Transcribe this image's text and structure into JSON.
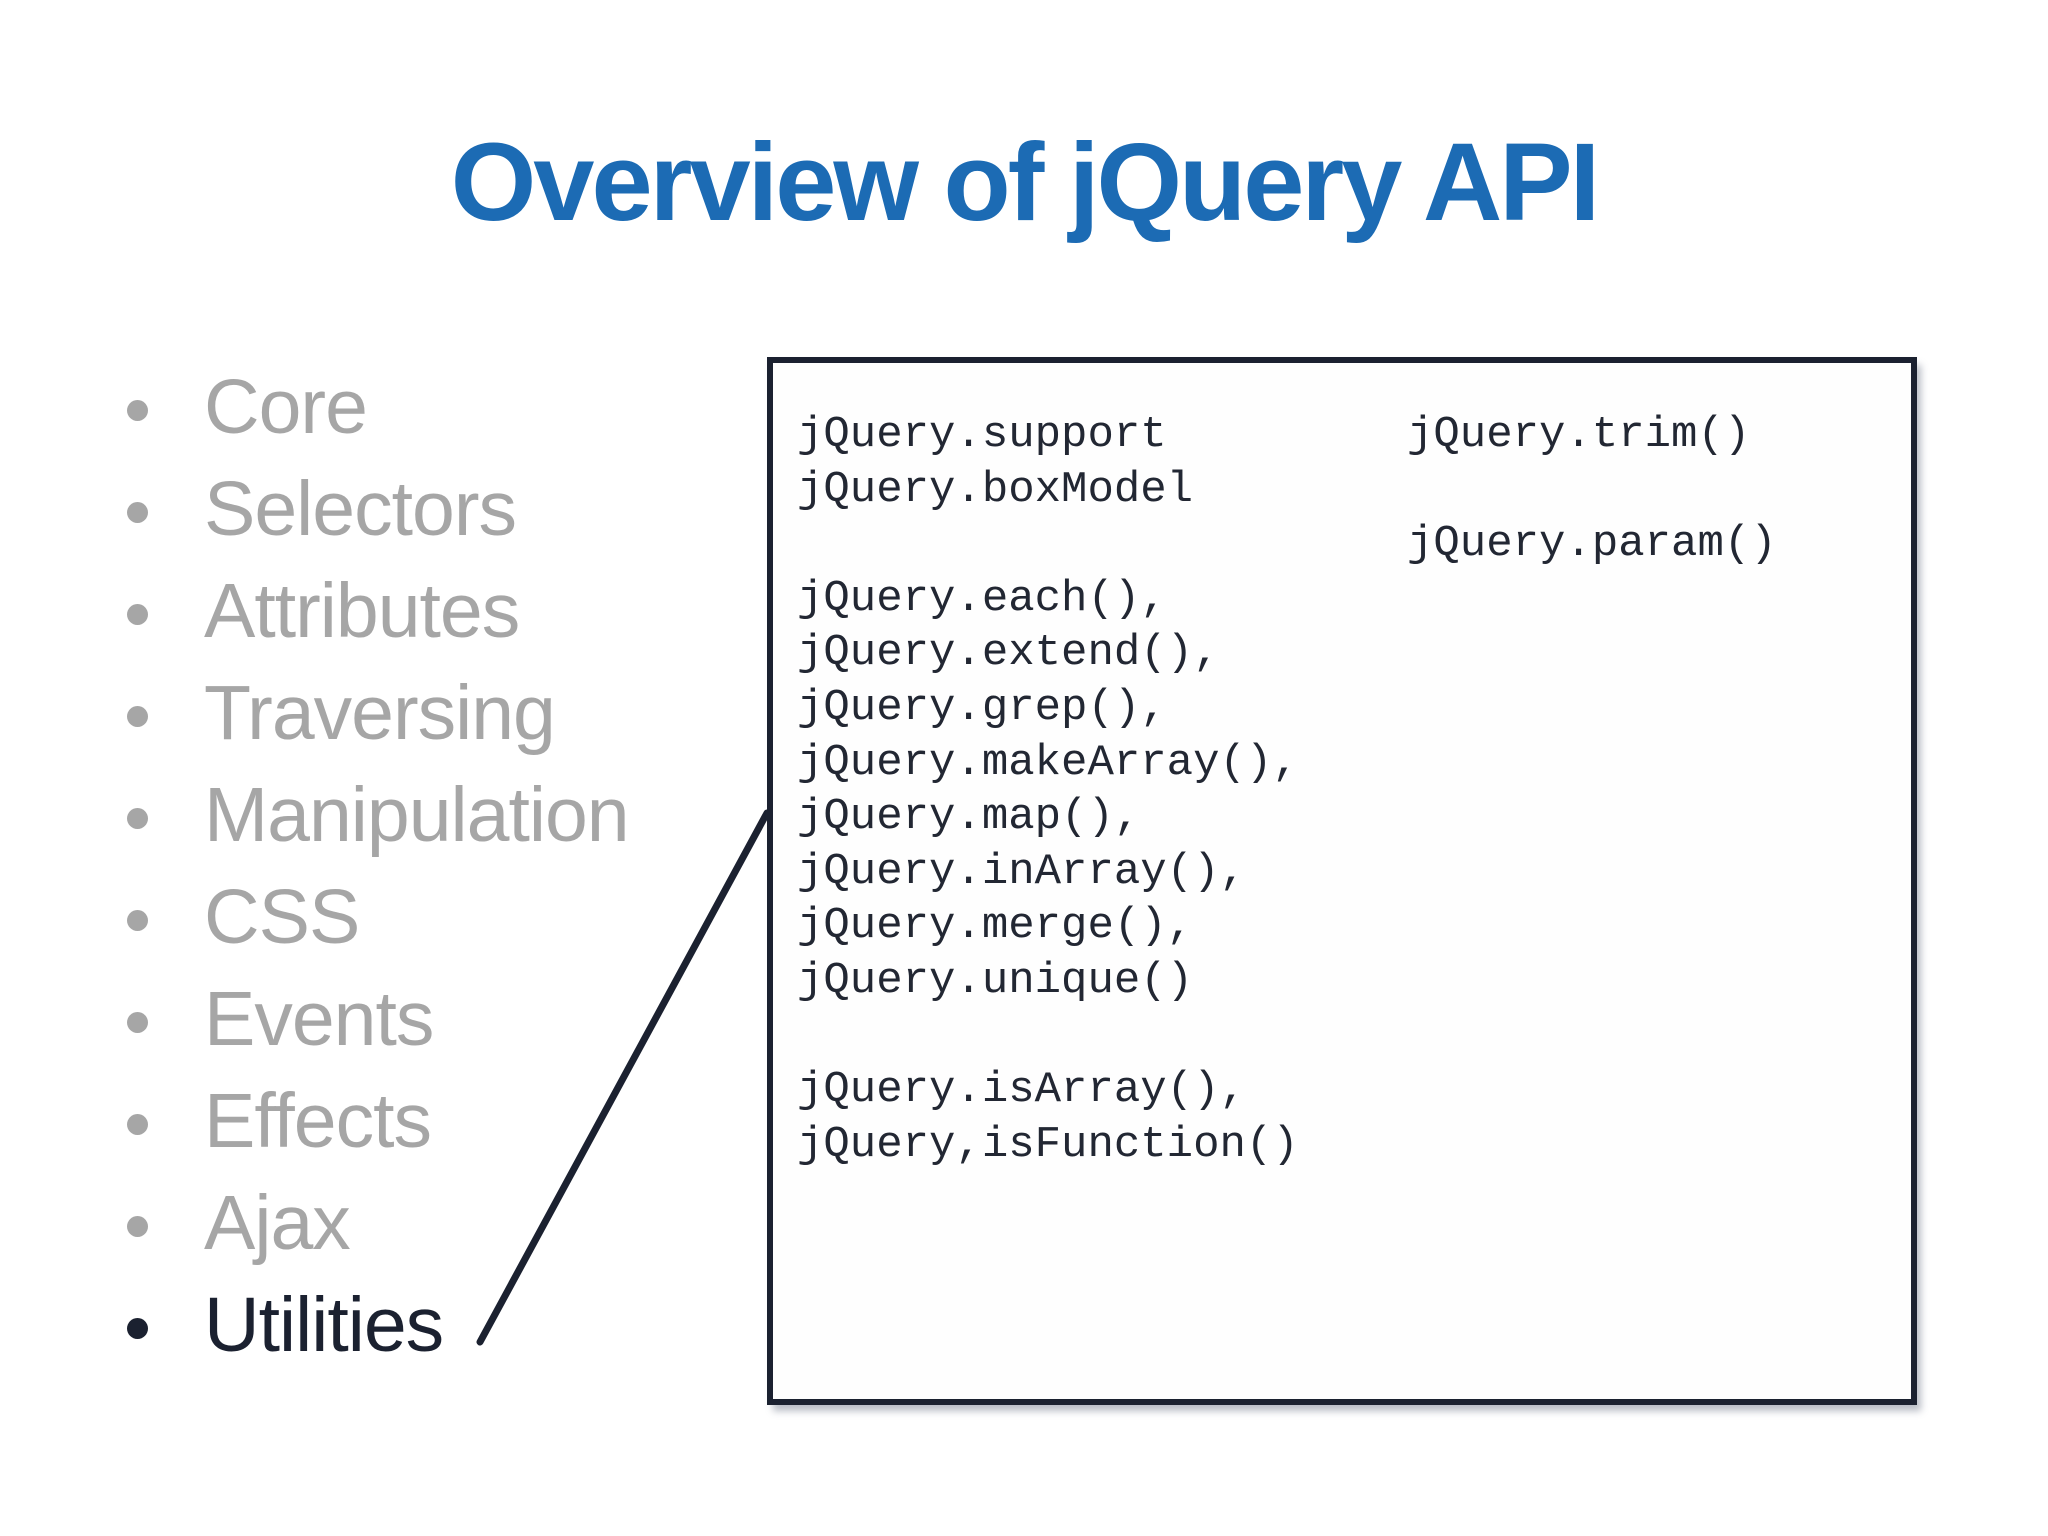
{
  "title": "Overview of jQuery API",
  "bullets": [
    {
      "label": "Core",
      "state": "dimmed"
    },
    {
      "label": "Selectors",
      "state": "dimmed"
    },
    {
      "label": "Attributes",
      "state": "dimmed"
    },
    {
      "label": "Traversing",
      "state": "dimmed"
    },
    {
      "label": "Manipulation",
      "state": "dimmed"
    },
    {
      "label": "CSS",
      "state": "dimmed"
    },
    {
      "label": "Events",
      "state": "dimmed"
    },
    {
      "label": "Effects",
      "state": "dimmed"
    },
    {
      "label": "Ajax",
      "state": "dimmed"
    },
    {
      "label": "Utilities",
      "state": "active"
    }
  ],
  "code_box": {
    "left_column": [
      "jQuery.support",
      "jQuery.boxModel",
      "",
      "jQuery.each(),",
      "jQuery.extend(),",
      "jQuery.grep(),",
      "jQuery.makeArray(),",
      "jQuery.map(),",
      "jQuery.inArray(),",
      "jQuery.merge(),",
      "jQuery.unique()",
      "",
      "jQuery.isArray(),",
      "jQuery,isFunction()"
    ],
    "right_column": [
      "jQuery.trim()",
      "",
      "jQuery.param()"
    ]
  },
  "colors": {
    "title_blue": "#1c6bb4",
    "dimmed_gray": "#a6a6a6",
    "active_dark": "#1b2130",
    "box_border": "#1b2130"
  }
}
